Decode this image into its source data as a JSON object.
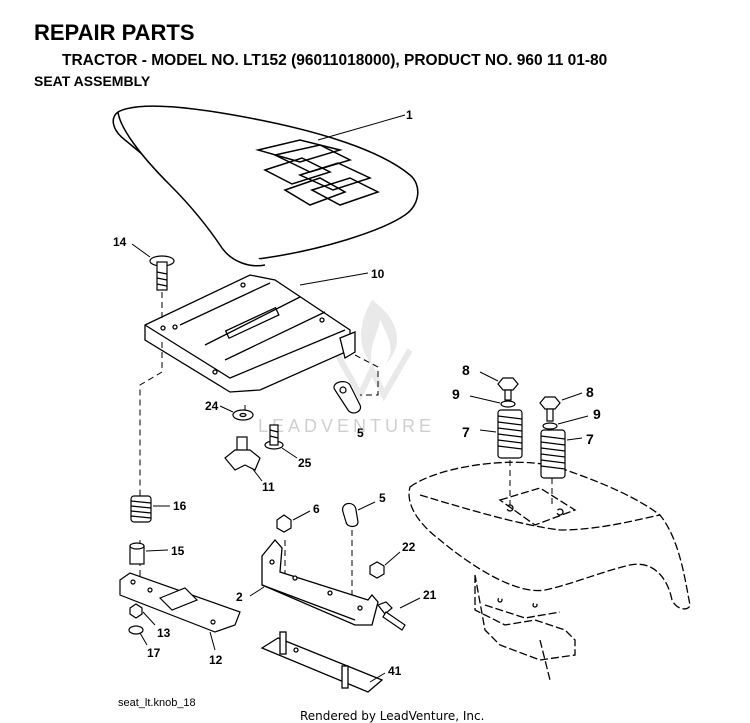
{
  "header": {
    "title": "REPAIR PARTS",
    "subtitle": "TRACTOR - MODEL NO. LT152 (96011018000), PRODUCT NO. 960 11 01-80",
    "section": "SEAT ASSEMBLY"
  },
  "watermark": "LEADVENTURE",
  "callouts": {
    "c1": "1",
    "c14": "14",
    "c10": "10",
    "c24": "24",
    "c5a": "5",
    "c25": "25",
    "c11": "11",
    "c16": "16",
    "c15": "15",
    "c6": "6",
    "c5b": "5",
    "c22": "22",
    "c2": "2",
    "c21": "21",
    "c13": "13",
    "c17": "17",
    "c12": "12",
    "c41": "41",
    "c8a": "8",
    "c9a": "9",
    "c7a": "7",
    "c8b": "8",
    "c9b": "9",
    "c7b": "7"
  },
  "footer": {
    "file_ref": "seat_lt.knob_18",
    "rendered_by": "Rendered by LeadVenture, Inc."
  },
  "colors": {
    "line": "#000000",
    "watermark": "#d0d0d0"
  }
}
